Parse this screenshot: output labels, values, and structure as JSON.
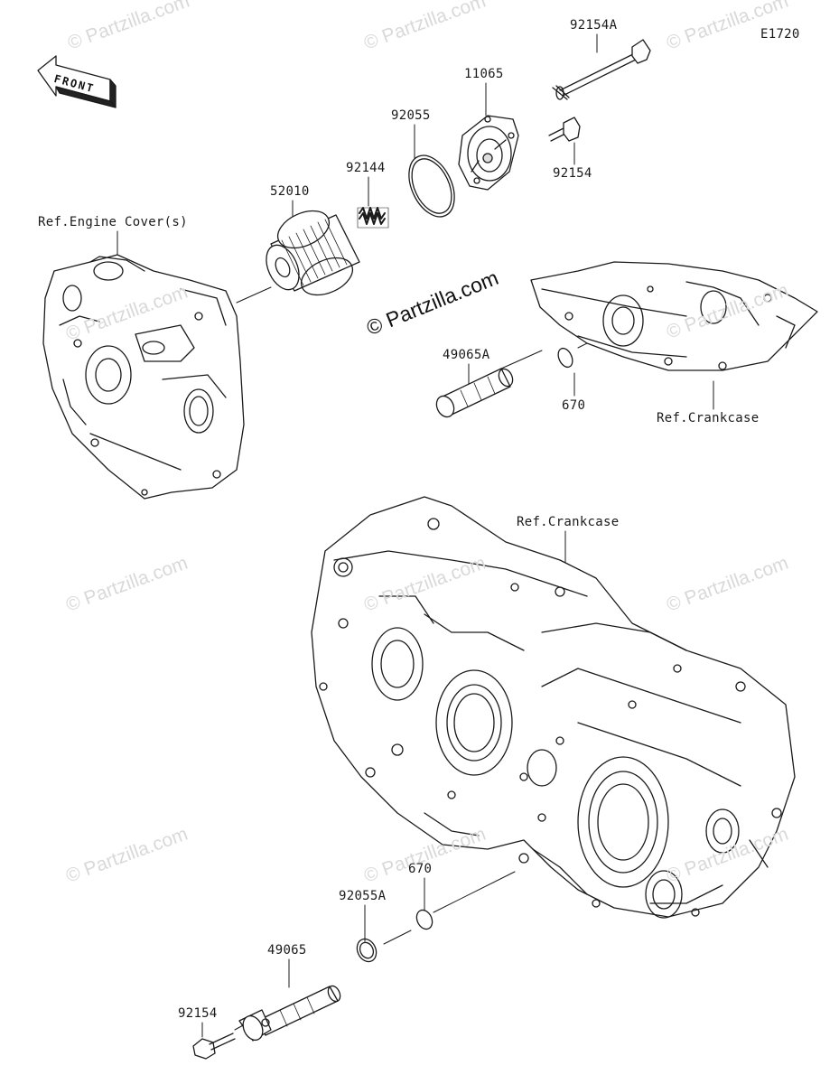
{
  "diagram_code": "E1720",
  "front_label": "FRONT",
  "watermark": "© Partzilla.com",
  "center_watermark": "© Partzilla.com",
  "parts": {
    "p92154A": "92154A",
    "p11065": "11065",
    "p92055": "92055",
    "p92144": "92144",
    "p52010": "52010",
    "p92154_top": "92154",
    "p49065A": "49065A",
    "p670_top": "670",
    "p670_bottom": "670",
    "p92055A": "92055A",
    "p49065": "49065",
    "p92154_bottom": "92154"
  },
  "refs": {
    "engine_cover": "Ref.Engine Cover(s)",
    "crankcase_upper": "Ref.Crankcase",
    "crankcase_lower": "Ref.Crankcase"
  }
}
